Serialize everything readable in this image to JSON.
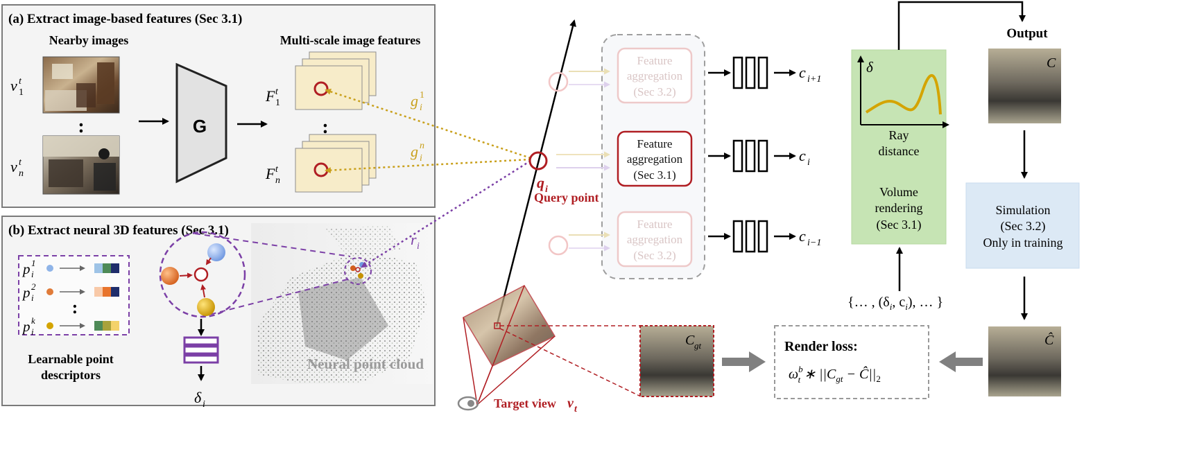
{
  "panel_a": {
    "title": "(a) Extract image-based features (Sec 3.1)",
    "nearby_images_label": "Nearby images",
    "multiscale_label": "Multi-scale image features",
    "encoder_label": "G",
    "view_1": {
      "base": "v",
      "sup": "t",
      "sub": "1"
    },
    "view_n": {
      "base": "v",
      "sup": "t",
      "sub": "n"
    },
    "feat_1": {
      "base": "F",
      "sup": "t",
      "sub": "1"
    },
    "feat_n": {
      "base": "F",
      "sup": "t",
      "sub": "n"
    },
    "g_1": {
      "base": "g",
      "sup": "1",
      "sub": "i"
    },
    "g_n": {
      "base": "g",
      "sup": "n",
      "sub": "i"
    },
    "ellipsis": ":"
  },
  "panel_b": {
    "title": "(b) Extract neural 3D features (Sec 3.1)",
    "descriptors": [
      {
        "base": "p",
        "sub": "i",
        "sup": "1",
        "dot_color": "#8fb4e8",
        "swatches": [
          "#9ec3e6",
          "#4e8a57",
          "#1f2d6b"
        ]
      },
      {
        "base": "p",
        "sub": "i",
        "sup": "2",
        "dot_color": "#e07b39",
        "swatches": [
          "#f8c9a8",
          "#e8742c",
          "#1f2d6b"
        ]
      },
      {
        "base": "p",
        "sub": "i",
        "sup": "k",
        "dot_color": "#d4a400",
        "swatches": [
          "#4e8a57",
          "#a9a23b",
          "#f4d26a"
        ]
      }
    ],
    "ellipsis": ":",
    "descriptors_label_1": "Learnable point",
    "descriptors_label_2": "descriptors",
    "delta_label": {
      "base": "δ",
      "sub": "i"
    },
    "point_cloud_label": "Neural point cloud",
    "ray_label": {
      "base": "r",
      "sub": "i"
    }
  },
  "center": {
    "query_label": {
      "base": "q",
      "sub": "i"
    },
    "query_point_label": "Query point",
    "target_view_label": "Target view",
    "target_view_var": {
      "base": "v",
      "sub": "t"
    },
    "aggregation": [
      {
        "line1": "Feature",
        "line2": "aggregation",
        "line3": "(Sec 3.2)",
        "output": {
          "base": "c",
          "sub": "i+1"
        },
        "active": false
      },
      {
        "line1": "Feature",
        "line2": "aggregation",
        "line3": "(Sec 3.1)",
        "output": {
          "base": "c",
          "sub": "i"
        },
        "active": true
      },
      {
        "line1": "Feature",
        "line2": "aggregation",
        "line3": "(Sec 3.2)",
        "output": {
          "base": "c",
          "sub": "i−1"
        },
        "active": false
      }
    ]
  },
  "right": {
    "output_label": "Output",
    "output_var": "C",
    "plot_ylabel": "δ",
    "ray_distance_1": "Ray",
    "ray_distance_2": "distance",
    "volume_1": "Volume",
    "volume_2": "rendering",
    "volume_3": "(Sec 3.1)",
    "sim_1": "Simulation",
    "sim_2": "(Sec 3.2)",
    "sim_3": "Only in training",
    "set_label": "{… , (δ",
    "set_sub1": "i",
    "set_mid": ", c",
    "set_sub2": "i",
    "set_end": "), … }",
    "c_hat": "Ĉ",
    "c_gt": {
      "base": "C",
      "sub": "gt"
    },
    "render_loss_title": "Render loss:",
    "loss_w": "ω",
    "loss_w_sup": "b",
    "loss_w_sub": "t",
    "loss_star": " ∗ ||C",
    "loss_gt_sub": "gt",
    "loss_minus": " − Ĉ||",
    "loss_2": "2"
  },
  "colors": {
    "panel_border": "#7a7a7a",
    "panel_bg": "#f4f4f4",
    "red": "#b01e23",
    "gold": "#c9a01c",
    "purple": "#7b3fa6",
    "green_box": "#c6e4b4",
    "blue_box": "#dce9f5",
    "feature_card": "#f7ecc9"
  }
}
